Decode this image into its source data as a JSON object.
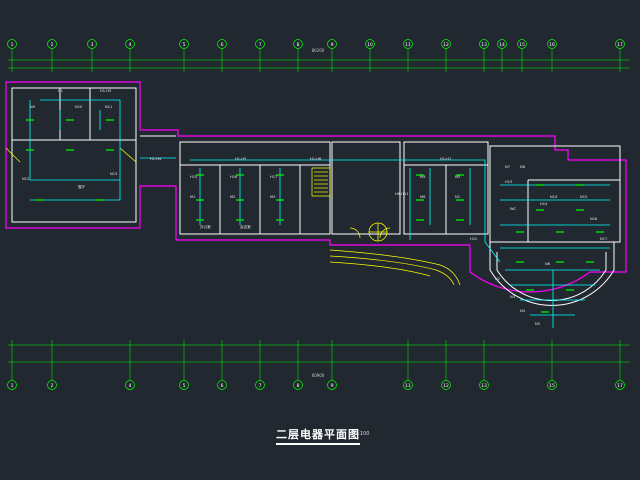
{
  "drawing": {
    "title": "二层电器平面图",
    "scale": "1:100"
  },
  "axes": {
    "top_labels": [
      "1",
      "2",
      "3",
      "4",
      "5",
      "6",
      "7",
      "8",
      "9",
      "10",
      "11",
      "12",
      "13",
      "14",
      "15",
      "16",
      "17"
    ],
    "bottom_labels": [
      "1",
      "2",
      "4",
      "5",
      "6",
      "7",
      "8",
      "9",
      "11",
      "12",
      "13",
      "15",
      "17"
    ],
    "total_top": "86200",
    "total_bottom": "60900"
  },
  "rooms": {
    "labels": [
      "H1",
      "H1-H3",
      "H1-H4",
      "H1-H5",
      "H1-H6",
      "H1-H7",
      "H8-H11",
      "H12",
      "H13",
      "H14",
      "H15",
      "H16",
      "H17",
      "M1",
      "M2",
      "M3",
      "M4",
      "M5",
      "M6",
      "N1",
      "N2",
      "N3",
      "N4",
      "N5",
      "N6",
      "N7",
      "N8",
      "N9",
      "N10",
      "N11",
      "N12",
      "N13",
      "N14",
      "N15",
      "N16",
      "N17",
      "办公室",
      "会议室",
      "展厅",
      "WC"
    ]
  },
  "colors": {
    "background": "#212830",
    "wall": "#ffffff",
    "boundary": "#ff00ff",
    "wiring": "#00ffff",
    "fixture": "#00ff00",
    "axis": "#00ff00",
    "stair": "#ffff00",
    "dim": "#00ff00"
  }
}
